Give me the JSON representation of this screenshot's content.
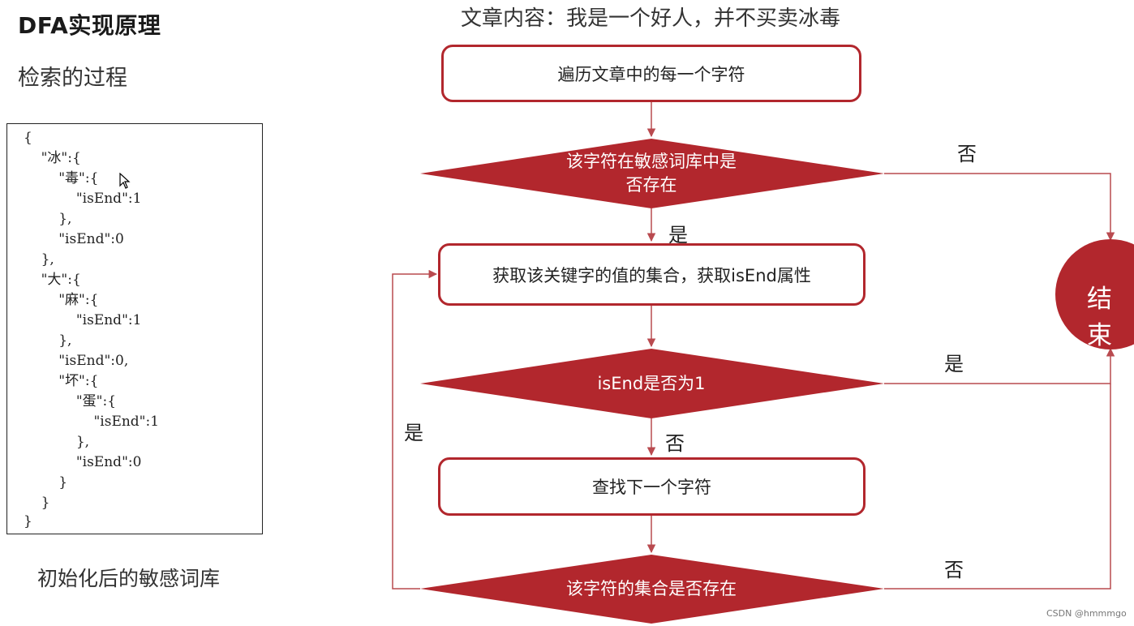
{
  "title": "DFA实现原理",
  "subtitle": "检索的过程",
  "article_text": "文章内容：我是一个好人，并不买卖冰毒",
  "code_lines": [
    "{",
    "    \"冰\":{",
    "        \"毒\":{",
    "            \"isEnd\":1",
    "        },",
    "        \"isEnd\":0",
    "    },",
    "    \"大\":{",
    "        \"麻\":{",
    "            \"isEnd\":1",
    "        },",
    "        \"isEnd\":0,",
    "        \"坏\":{",
    "            \"蛋\":{",
    "                \"isEnd\":1",
    "            },",
    "            \"isEnd\":0",
    "        }",
    "    }",
    "}"
  ],
  "code_caption": "初始化后的敏感词库",
  "flow": {
    "traverse": "遍历文章中的每一个字符",
    "decision_exists_1": "该字符在敏感词库中是",
    "decision_exists_2": "否存在",
    "get_set": "获取该关键字的值的集合，获取isEnd属性",
    "decision_isend": "isEnd是否为1",
    "find_next": "查找下一个字符",
    "decision_set": "该字符的集合是否存在",
    "end": "结束"
  },
  "labels": {
    "no_exists": "否",
    "yes_exists": "是",
    "yes_isend": "是",
    "no_isend": "否",
    "yes_loop": "是",
    "no_set": "否"
  },
  "colors": {
    "primary": "#b2272d",
    "line": "#b94a4f"
  },
  "watermark": "CSDN @hmmmgo"
}
